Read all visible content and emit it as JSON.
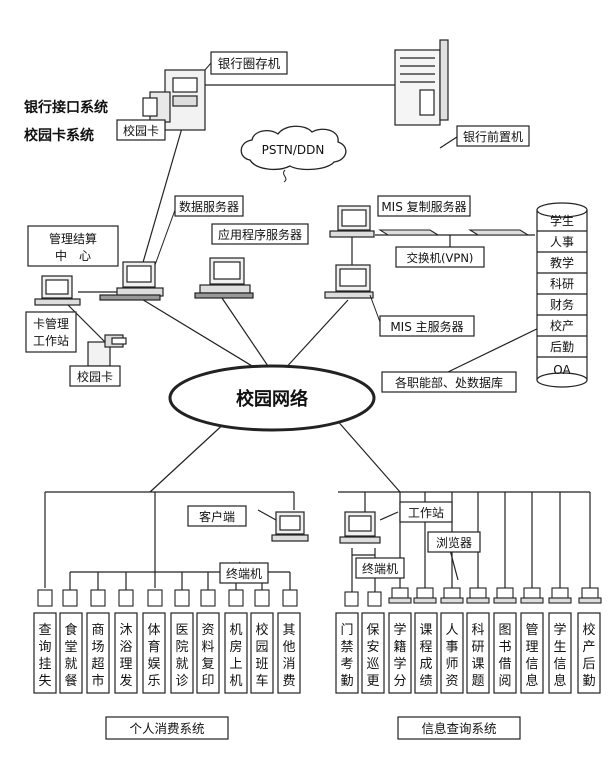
{
  "title_lines": [
    "银行接口系统",
    "校园卡系统"
  ],
  "bank_storage_label": "银行圈存机",
  "bank_front_label": "银行前置机",
  "campus_card_label": "校园卡",
  "pstn_label": "PSTN/DDN",
  "data_server_label": "数据服务器",
  "app_server_label": "应用程序服务器",
  "mis_replica_label": "MIS 复制服务器",
  "switch_label": "交换机(VPN)",
  "mis_main_label": "MIS 主服务器",
  "mgmt_center_line1": "管理结算",
  "mgmt_center_line2": "中　心",
  "card_station_line1": "卡管理",
  "card_station_line2": "工作站",
  "campus_network_label": "校园网络",
  "databases": [
    "学生",
    "人事",
    "教学",
    "科研",
    "财务",
    "校产",
    "后勤",
    "OA"
  ],
  "dept_db_label": "各职能部、处数据库",
  "client_label": "客户端",
  "terminal_label": "终端机",
  "workstation_label": "工作站",
  "browser_label": "浏览器",
  "consumption_items": [
    "查询挂失",
    "食堂就餐",
    "商场超市",
    "沐浴理发",
    "体育娱乐",
    "医院就诊",
    "资料复印",
    "机房上机",
    "校园班车",
    "其他消费"
  ],
  "info_items": [
    "门禁考勤",
    "保安巡更",
    "学籍学分",
    "课程成绩",
    "人事师资",
    "科研课题",
    "图书借阅",
    "管理信息",
    "学生信息",
    "校产后勤"
  ],
  "personal_system_label": "个人消费系统",
  "info_system_label": "信息查询系统"
}
